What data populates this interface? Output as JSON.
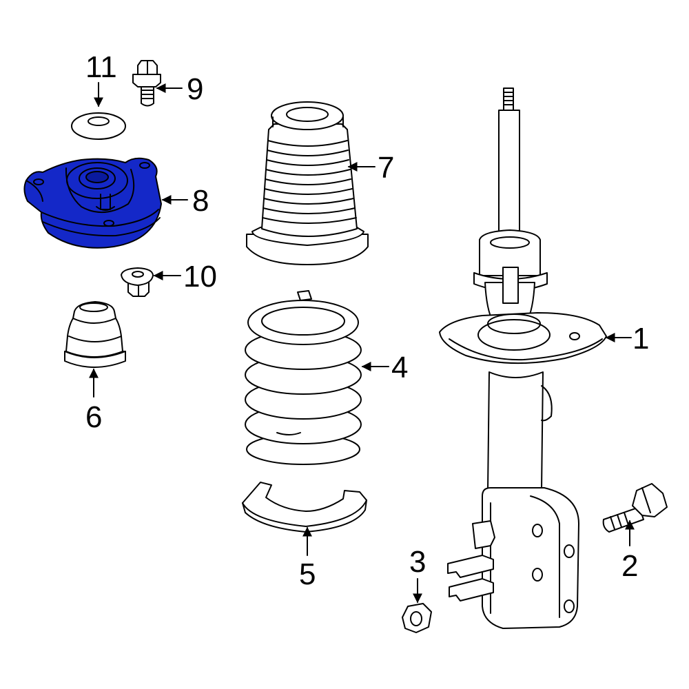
{
  "diagram": {
    "highlight_color": "#1428C8",
    "highlighted_part": "8",
    "callouts": {
      "c1": "1",
      "c2": "2",
      "c3": "3",
      "c4": "4",
      "c5": "5",
      "c6": "6",
      "c7": "7",
      "c8": "8",
      "c9": "9",
      "c10": "10",
      "c11": "11"
    }
  }
}
